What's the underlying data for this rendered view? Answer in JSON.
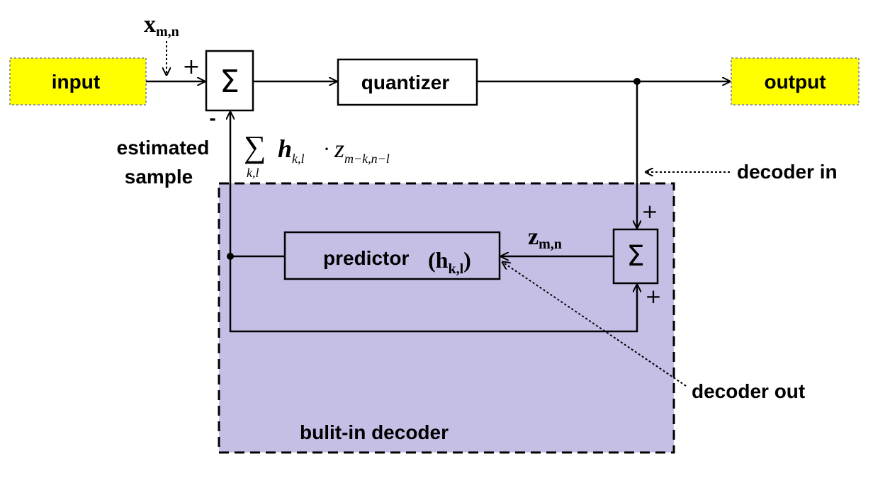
{
  "blocks": {
    "input": "input",
    "output": "output",
    "quantizer": "quantizer",
    "predictor": "predictor",
    "predictor_coef": "(h",
    "predictor_coef_sub": "k,l",
    "predictor_coef_close": ")",
    "sum_symbol": "Σ"
  },
  "signals": {
    "x_main": "x",
    "x_sub": "m,n",
    "z_main": "z",
    "z_sub": "m,n",
    "plus": "+",
    "minus": "-"
  },
  "labels": {
    "estimated": "estimated",
    "sample": "sample",
    "decoder_in": "decoder in",
    "decoder_out": "decoder out",
    "builtin_decoder": "bulit-in decoder"
  },
  "formula": {
    "sum": "∑",
    "sum_sub": "k,l",
    "h": "h",
    "h_sub": "k,l",
    "dot": "·",
    "z": "z",
    "z_sub": "m−k,n−l"
  },
  "colors": {
    "io_fill": "#ffff00",
    "decoder_fill": "#c5bfe6",
    "line": "#000000"
  }
}
